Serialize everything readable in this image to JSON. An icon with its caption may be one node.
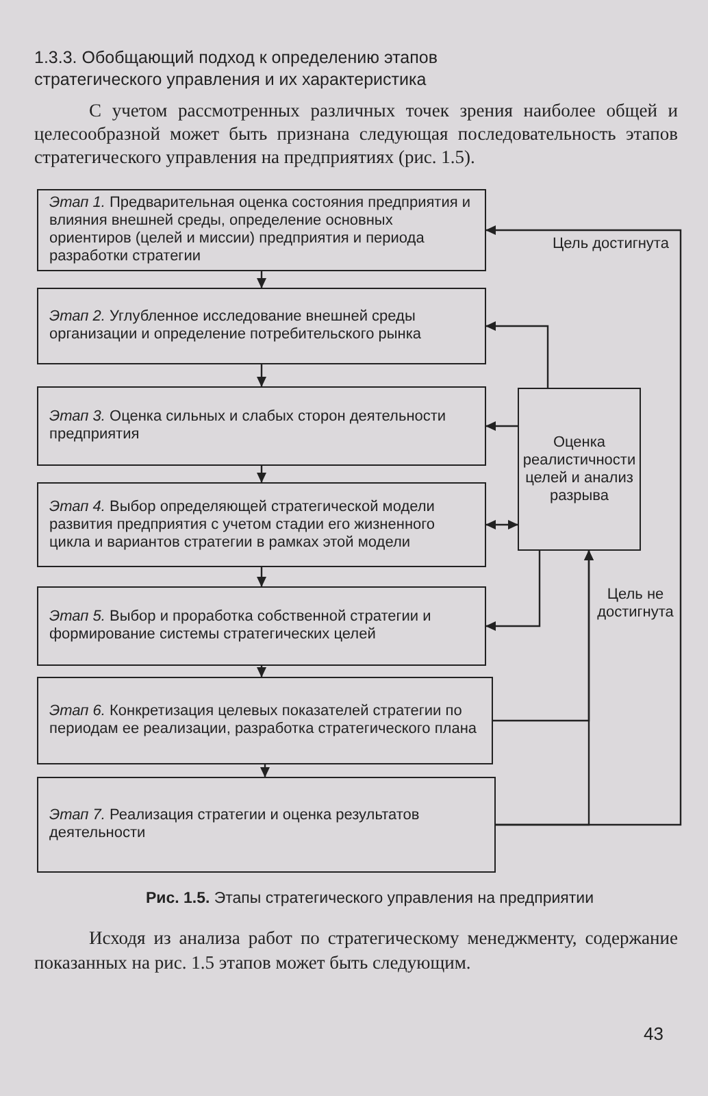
{
  "diagram": {
    "caption": "**Рис. 1.5.** Этапы стратегического управления на предприятии",
    "nodes": [
      {
        "text": [
          "*Этап 1.* Предварительная оценка состояния предприятия и влияния внешней среды, определение основных ориентиров (целей и миссии) предприятия и периода разработки стратегии"
        ]
      },
      {
        "text": [
          "*Этап 2.* Углубленное исследование внешней среды организации и определение потребительского рынка"
        ]
      },
      {
        "text": [
          "*Этап 3.* Оценка сильных и слабых сторон деятельности предприятия"
        ]
      },
      {
        "text": [
          "*Этап 4.* Выбор определяющей стратегической модели развития предприятия с учетом стадии его жизненного цикла и вариантов стратегии в рамках этой модели"
        ]
      },
      {
        "text": [
          "*Этап 5.* Выбор и проработка собственной стратегии и формирование системы стратегических целей"
        ]
      },
      {
        "text": [
          "*Этап 6.* Конкретизация целевых показателей стратегии по периодам ее реализации, разработка стратегического плана"
        ]
      },
      {
        "text": [
          "*Этап 7.* Реализация стратегии и оценка результатов деятельности"
        ]
      },
      {
        "text": [
          "Оценка реалистичности целей и анализ разрыва"
        ]
      }
    ],
    "edges": [
      {
        "from": 0,
        "to": 1,
        "arrow": "to"
      },
      {
        "from": 1,
        "to": 2,
        "arrow": "to"
      },
      {
        "from": 2,
        "to": 3,
        "arrow": "to"
      },
      {
        "from": 3,
        "to": 4,
        "arrow": "to"
      },
      {
        "from": 4,
        "to": 5,
        "arrow": "to"
      },
      {
        "from": 5,
        "to": 6,
        "arrow": "to"
      },
      {
        "from": 7,
        "to": 1,
        "arrow": "to"
      },
      {
        "from": 7,
        "to": 2,
        "arrow": "to"
      },
      {
        "from": 7,
        "to": 3,
        "arrow": "both"
      },
      {
        "from": 7,
        "to": 4,
        "arrow": "to"
      },
      {
        "from": 5,
        "to": 7,
        "arrow": "to"
      },
      {
        "from": 6,
        "to": 7,
        "arrow": "to",
        "label": "Цель не достигнута"
      },
      {
        "from": 6,
        "to": 0,
        "arrow": "to",
        "label": "Цель достигнута"
      }
    ],
    "labels": [
      "1.3.3. Обобщающий подход к определению этапов стратегического управления и их характеристика",
      "С учетом рассмотренных различных точек зрения наиболее общей и целесообразной может быть признана следующая последовательность этапов стратегического управления на предприятиях (рис. 1.5).",
      "Исходя из анализа работ по стратегическому менеджменту, содержание показанных на рис. 1.5 этапов может быть следующим.",
      "43"
    ]
  }
}
